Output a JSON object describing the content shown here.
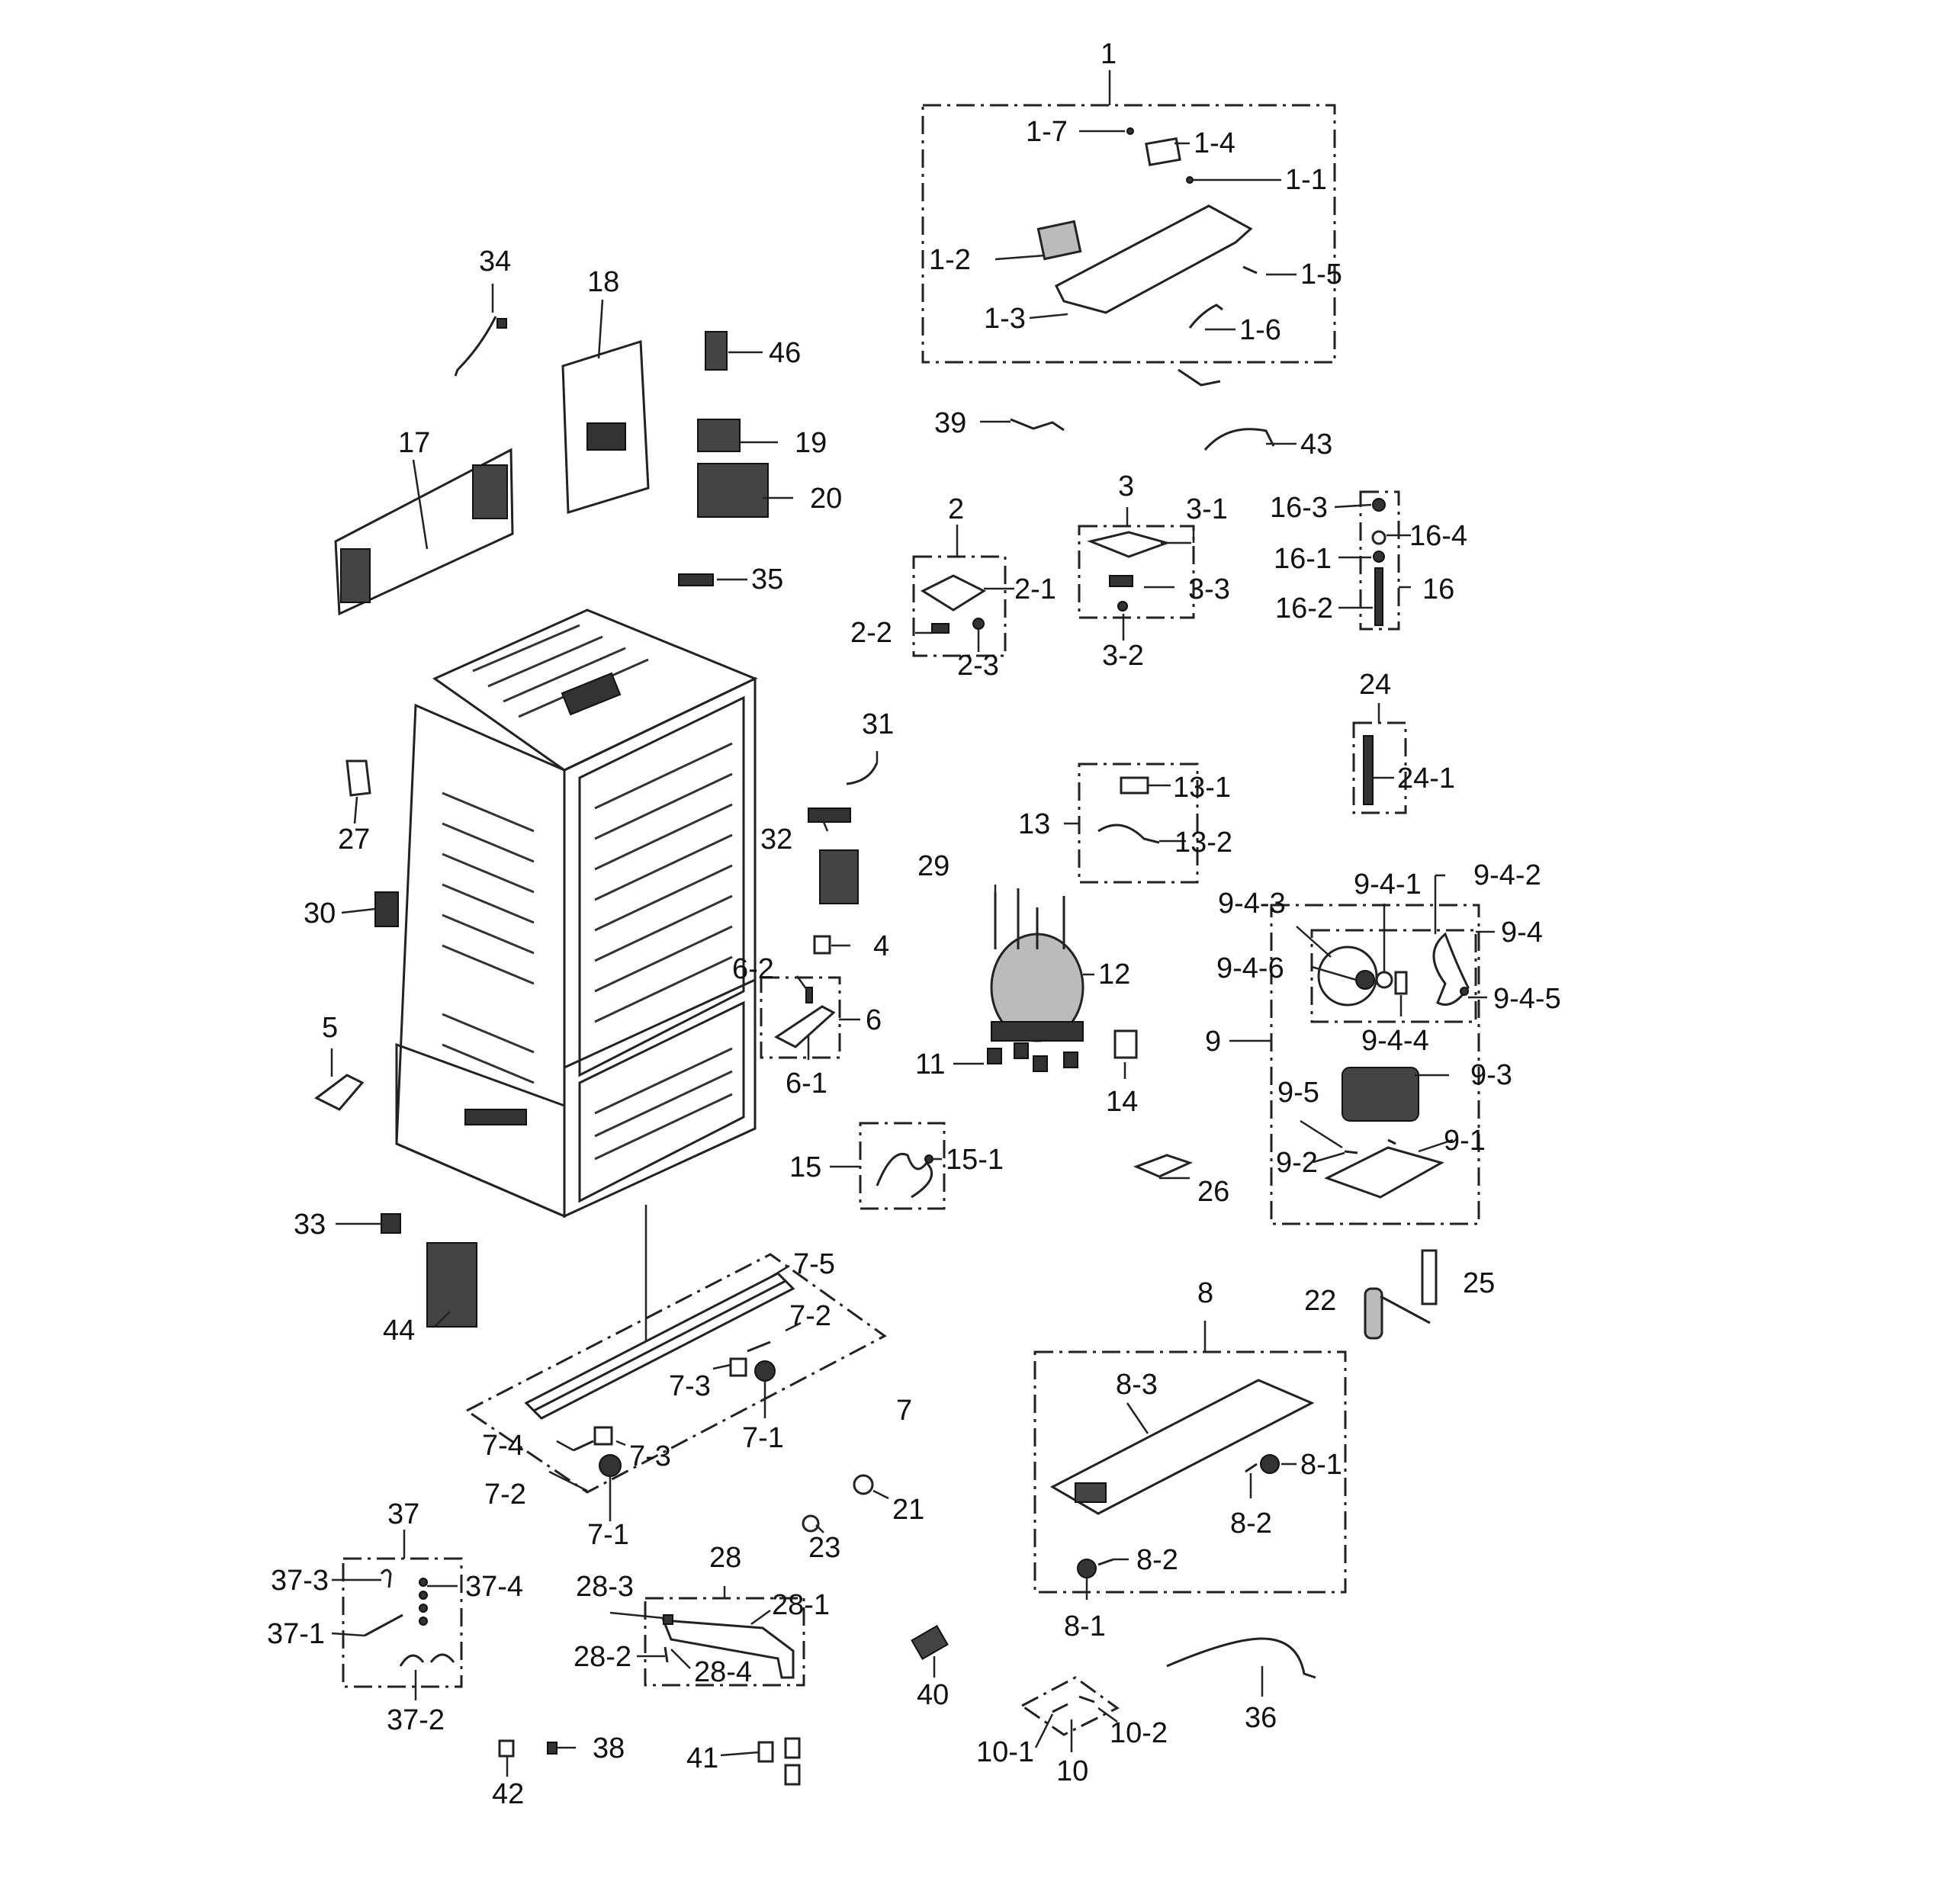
{
  "diagram": {
    "labels": [
      {
        "id": "1",
        "text": "1"
      },
      {
        "id": "1-7",
        "text": "1-7"
      },
      {
        "id": "1-4",
        "text": "1-4"
      },
      {
        "id": "1-1",
        "text": "1-1"
      },
      {
        "id": "1-2",
        "text": "1-2"
      },
      {
        "id": "1-5",
        "text": "1-5"
      },
      {
        "id": "1-3",
        "text": "1-3"
      },
      {
        "id": "1-6",
        "text": "1-6"
      },
      {
        "id": "34",
        "text": "34"
      },
      {
        "id": "18",
        "text": "18"
      },
      {
        "id": "46",
        "text": "46"
      },
      {
        "id": "39",
        "text": "39"
      },
      {
        "id": "43",
        "text": "43"
      },
      {
        "id": "17",
        "text": "17"
      },
      {
        "id": "19",
        "text": "19"
      },
      {
        "id": "20",
        "text": "20"
      },
      {
        "id": "3",
        "text": "3"
      },
      {
        "id": "3-1",
        "text": "3-1"
      },
      {
        "id": "16-3",
        "text": "16-3"
      },
      {
        "id": "16-4",
        "text": "16-4"
      },
      {
        "id": "2",
        "text": "2"
      },
      {
        "id": "16-1",
        "text": "16-1"
      },
      {
        "id": "2-1",
        "text": "2-1"
      },
      {
        "id": "3-3",
        "text": "3-3"
      },
      {
        "id": "16",
        "text": "16"
      },
      {
        "id": "35",
        "text": "35"
      },
      {
        "id": "16-2",
        "text": "16-2"
      },
      {
        "id": "2-2",
        "text": "2-2"
      },
      {
        "id": "3-2",
        "text": "3-2"
      },
      {
        "id": "2-3",
        "text": "2-3"
      },
      {
        "id": "24",
        "text": "24"
      },
      {
        "id": "31",
        "text": "31"
      },
      {
        "id": "24-1",
        "text": "24-1"
      },
      {
        "id": "13-1",
        "text": "13-1"
      },
      {
        "id": "27",
        "text": "27"
      },
      {
        "id": "32",
        "text": "32"
      },
      {
        "id": "13",
        "text": "13"
      },
      {
        "id": "13-2",
        "text": "13-2"
      },
      {
        "id": "29",
        "text": "29"
      },
      {
        "id": "9-4-2",
        "text": "9-4-2"
      },
      {
        "id": "9-4-1",
        "text": "9-4-1"
      },
      {
        "id": "9-4-3",
        "text": "9-4-3"
      },
      {
        "id": "30",
        "text": "30"
      },
      {
        "id": "9-4",
        "text": "9-4"
      },
      {
        "id": "4",
        "text": "4"
      },
      {
        "id": "6-2",
        "text": "6-2"
      },
      {
        "id": "12",
        "text": "12"
      },
      {
        "id": "9-4-6",
        "text": "9-4-6"
      },
      {
        "id": "9-4-5",
        "text": "9-4-5"
      },
      {
        "id": "5",
        "text": "5"
      },
      {
        "id": "6",
        "text": "6"
      },
      {
        "id": "9-4-4",
        "text": "9-4-4"
      },
      {
        "id": "9",
        "text": "9"
      },
      {
        "id": "11",
        "text": "11"
      },
      {
        "id": "6-1",
        "text": "6-1"
      },
      {
        "id": "9-3",
        "text": "9-3"
      },
      {
        "id": "14",
        "text": "14"
      },
      {
        "id": "9-5",
        "text": "9-5"
      },
      {
        "id": "9-1",
        "text": "9-1"
      },
      {
        "id": "15",
        "text": "15"
      },
      {
        "id": "15-1",
        "text": "15-1"
      },
      {
        "id": "9-2",
        "text": "9-2"
      },
      {
        "id": "26",
        "text": "26"
      },
      {
        "id": "33",
        "text": "33"
      },
      {
        "id": "7-5",
        "text": "7-5"
      },
      {
        "id": "8",
        "text": "8"
      },
      {
        "id": "25",
        "text": "25"
      },
      {
        "id": "22",
        "text": "22"
      },
      {
        "id": "7-2a",
        "text": "7-2"
      },
      {
        "id": "44",
        "text": "44"
      },
      {
        "id": "8-3",
        "text": "8-3"
      },
      {
        "id": "7-3a",
        "text": "7-3"
      },
      {
        "id": "7",
        "text": "7"
      },
      {
        "id": "7-1a",
        "text": "7-1"
      },
      {
        "id": "7-4",
        "text": "7-4"
      },
      {
        "id": "7-3b",
        "text": "7-3"
      },
      {
        "id": "8-1a",
        "text": "8-1"
      },
      {
        "id": "7-2b",
        "text": "7-2"
      },
      {
        "id": "21",
        "text": "21"
      },
      {
        "id": "8-2a",
        "text": "8-2"
      },
      {
        "id": "37",
        "text": "37"
      },
      {
        "id": "7-1b",
        "text": "7-1"
      },
      {
        "id": "23",
        "text": "23"
      },
      {
        "id": "8-2b",
        "text": "8-2"
      },
      {
        "id": "28",
        "text": "28"
      },
      {
        "id": "37-3",
        "text": "37-3"
      },
      {
        "id": "37-4",
        "text": "37-4"
      },
      {
        "id": "28-3",
        "text": "28-3"
      },
      {
        "id": "28-1",
        "text": "28-1"
      },
      {
        "id": "8-1b",
        "text": "8-1"
      },
      {
        "id": "37-1",
        "text": "37-1"
      },
      {
        "id": "28-2",
        "text": "28-2"
      },
      {
        "id": "28-4",
        "text": "28-4"
      },
      {
        "id": "40",
        "text": "40"
      },
      {
        "id": "10-2",
        "text": "10-2"
      },
      {
        "id": "36",
        "text": "36"
      },
      {
        "id": "37-2",
        "text": "37-2"
      },
      {
        "id": "10-1",
        "text": "10-1"
      },
      {
        "id": "38",
        "text": "38"
      },
      {
        "id": "41",
        "text": "41"
      },
      {
        "id": "10",
        "text": "10"
      },
      {
        "id": "42",
        "text": "42"
      }
    ]
  }
}
